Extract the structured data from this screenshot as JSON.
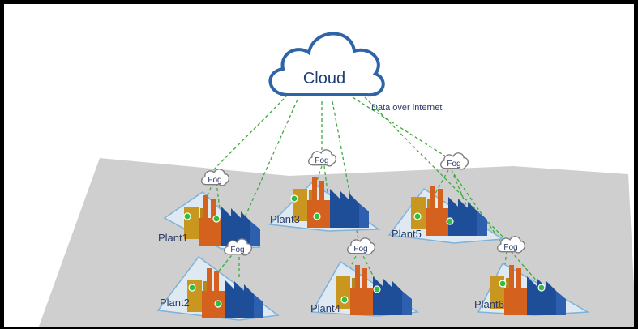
{
  "cloud": {
    "label": "Cloud"
  },
  "annotation": {
    "text": "Data over internet"
  },
  "fog_label": "Fog",
  "plants": [
    {
      "id": "plant1",
      "label": "Plant1",
      "fog": "Fog"
    },
    {
      "id": "plant2",
      "label": "Plant2",
      "fog": "Fog"
    },
    {
      "id": "plant3",
      "label": "Plant3",
      "fog": "Fog"
    },
    {
      "id": "plant4",
      "label": "Plant4",
      "fog": "Fog"
    },
    {
      "id": "plant5",
      "label": "Plant5",
      "fog": "Fog"
    },
    {
      "id": "plant6",
      "label": "Plant6",
      "fog": "Fog"
    }
  ],
  "colors": {
    "cloud_stroke": "#2e64a8",
    "link_dash": "#3faa3f",
    "floor": "#cfcfcf",
    "pad_stroke": "#7fb2d9",
    "factory_blue": "#1f4e99",
    "factory_orange": "#d4611e",
    "factory_gold": "#c9971f",
    "sensor_green": "#2fbf3f"
  }
}
